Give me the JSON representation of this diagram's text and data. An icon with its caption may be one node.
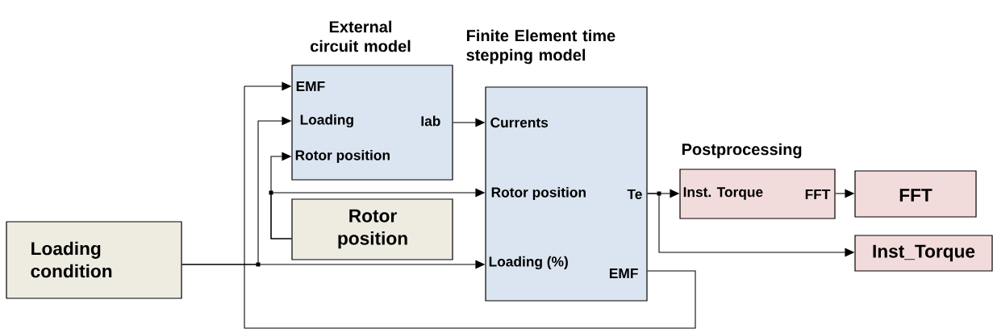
{
  "diagram": {
    "nodes": [
      {
        "text": [
          "External circuit model",
          "EMF",
          "Loading",
          "Iab",
          "Rotor position"
        ]
      },
      {
        "text": [
          "Finite Element time stepping model",
          "Currents",
          "Rotor position",
          "Te",
          "Loading (%)",
          "EMF"
        ]
      },
      {
        "text": [
          "Rotor position"
        ]
      },
      {
        "text": [
          "Loading condition"
        ]
      },
      {
        "text": [
          "Postprocessing",
          "Inst. Torque",
          "FFT"
        ]
      },
      {
        "text": [
          "FFT"
        ]
      },
      {
        "text": [
          "Inst_Torque"
        ]
      }
    ],
    "edges": [
      {
        "from": 0,
        "to": 1,
        "arrow": "to"
      },
      {
        "from": 2,
        "to": 0,
        "arrow": "to"
      },
      {
        "from": 2,
        "to": 1,
        "arrow": "to"
      },
      {
        "from": 3,
        "to": 1,
        "arrow": "to"
      },
      {
        "from": 3,
        "to": 0,
        "arrow": "to"
      },
      {
        "from": 1,
        "to": 0,
        "arrow": "to"
      },
      {
        "from": 1,
        "to": 4,
        "arrow": "to"
      },
      {
        "from": 1,
        "to": 6,
        "arrow": "to"
      },
      {
        "from": 4,
        "to": 5,
        "arrow": "to"
      }
    ]
  }
}
